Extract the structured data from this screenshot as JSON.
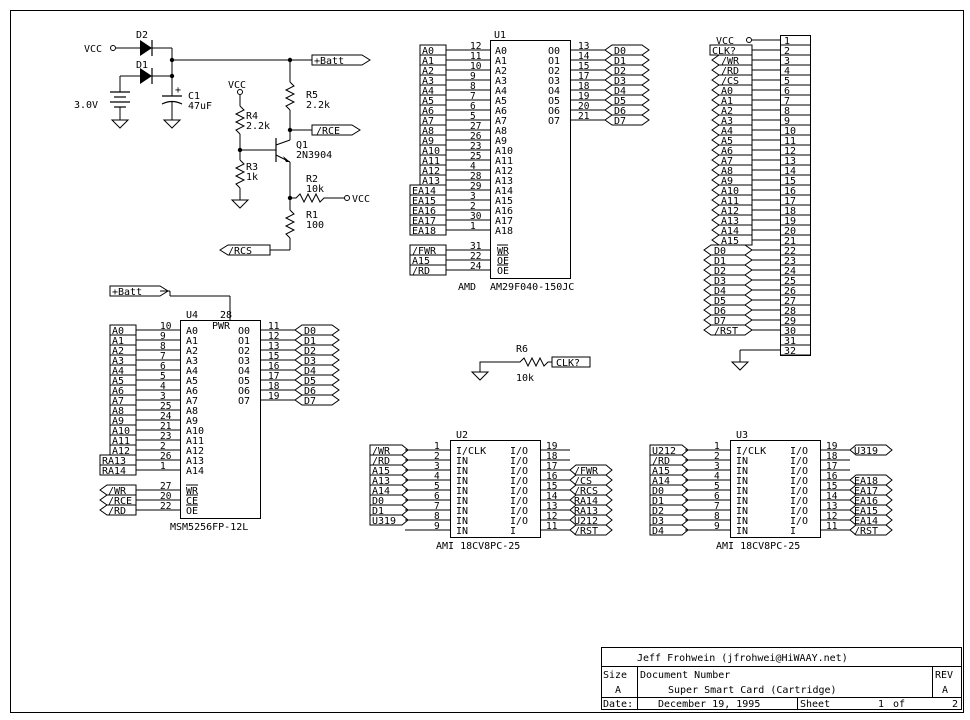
{
  "title_block": {
    "author": "Jeff Frohwein (jfrohwei@HiWAAY.net)",
    "size_label": "Size",
    "size_value": "A",
    "docnum_label": "Document Number",
    "doc_title": "Super Smart Card (Cartridge)",
    "rev_label": "REV",
    "rev_value": "A",
    "date_label": "Date:",
    "date_value": "December 19, 1995",
    "sheet_label": "Sheet",
    "sheet_value": "1",
    "of_label": "of",
    "of_value": "2"
  },
  "power": {
    "vcc": "VCC",
    "d1": "D1",
    "d2": "D2",
    "batt_voltage": "3.0V",
    "c1_ref": "C1",
    "c1_value": "47uF",
    "plus": "+",
    "batt_net": "+Batt",
    "r4_ref": "R4",
    "r4_value": "2.2k",
    "r3_ref": "R3",
    "r3_value": "1k",
    "r5_ref": "R5",
    "r5_value": "2.2k",
    "q1_ref": "Q1",
    "q1_part": "2N3904",
    "r2_ref": "R2",
    "r2_value": "10k",
    "r1_ref": "R1",
    "r1_value": "100",
    "rce_net": "/RCE",
    "rcs_net": "/RCS"
  },
  "u1": {
    "ref": "U1",
    "maker": "AMD",
    "part": "AM29F040-150JC",
    "left_nets": [
      "A0",
      "A1",
      "A2",
      "A3",
      "A4",
      "A5",
      "A6",
      "A7",
      "A8",
      "A9",
      "A10",
      "A11",
      "A12",
      "A13",
      "EA14",
      "EA15",
      "EA16",
      "EA17",
      "EA18"
    ],
    "left_pins": [
      "12",
      "11",
      "10",
      "9",
      "8",
      "7",
      "6",
      "5",
      "27",
      "26",
      "23",
      "25",
      "4",
      "28",
      "29",
      "3",
      "2",
      "30",
      "1"
    ],
    "left_names": [
      "A0",
      "A1",
      "A2",
      "A3",
      "A4",
      "A5",
      "A6",
      "A7",
      "A8",
      "A9",
      "A10",
      "A11",
      "A12",
      "A13",
      "A14",
      "A15",
      "A16",
      "A17",
      "A18"
    ],
    "ctrl_nets": [
      "/FWR",
      "A15",
      "/RD"
    ],
    "ctrl_pins": [
      "31",
      "22",
      "24"
    ],
    "ctrl_names": [
      "WR",
      "OE",
      "OE"
    ],
    "right_names": [
      "O0",
      "O1",
      "O2",
      "O3",
      "O4",
      "O5",
      "O6",
      "O7"
    ],
    "right_pins": [
      "13",
      "14",
      "15",
      "17",
      "18",
      "19",
      "20",
      "21"
    ],
    "right_nets": [
      "D0",
      "D1",
      "D2",
      "D3",
      "D4",
      "D5",
      "D6",
      "D7"
    ]
  },
  "u4": {
    "ref": "U4",
    "part": "MSM5256FP-12L",
    "pwr_pin": "28",
    "pwr_name": "PWR",
    "batt_net": "+Batt",
    "left_nets": [
      "A0",
      "A1",
      "A2",
      "A3",
      "A4",
      "A5",
      "A6",
      "A7",
      "A8",
      "A9",
      "A10",
      "A11",
      "A12",
      "RA13",
      "RA14"
    ],
    "left_pins": [
      "10",
      "9",
      "8",
      "7",
      "6",
      "5",
      "4",
      "3",
      "25",
      "24",
      "21",
      "23",
      "2",
      "26",
      "1"
    ],
    "left_names": [
      "A0",
      "A1",
      "A2",
      "A3",
      "A4",
      "A5",
      "A6",
      "A7",
      "A8",
      "A9",
      "A10",
      "A11",
      "A12",
      "A13",
      "A14"
    ],
    "ctrl_nets": [
      "/WR",
      "/RCE",
      "/RD"
    ],
    "ctrl_pins": [
      "27",
      "20",
      "22"
    ],
    "ctrl_names": [
      "WR",
      "CE",
      "OE"
    ],
    "right_names": [
      "O0",
      "O1",
      "O2",
      "O3",
      "O4",
      "O5",
      "O6",
      "O7"
    ],
    "right_pins": [
      "11",
      "12",
      "13",
      "15",
      "16",
      "17",
      "18",
      "19"
    ],
    "right_nets": [
      "D0",
      "D1",
      "D2",
      "D3",
      "D4",
      "D5",
      "D6",
      "D7"
    ]
  },
  "connector": {
    "pins": [
      "1",
      "2",
      "3",
      "4",
      "5",
      "6",
      "7",
      "8",
      "9",
      "10",
      "11",
      "12",
      "13",
      "14",
      "15",
      "16",
      "17",
      "18",
      "19",
      "20",
      "21",
      "22",
      "23",
      "24",
      "25",
      "26",
      "27",
      "28",
      "29",
      "30",
      "31",
      "32"
    ],
    "nets": [
      "VCC",
      "CLK?",
      "/WR",
      "/RD",
      "/CS",
      "A0",
      "A1",
      "A2",
      "A3",
      "A4",
      "A5",
      "A6",
      "A7",
      "A8",
      "A9",
      "A10",
      "A11",
      "A12",
      "A13",
      "A14",
      "A15",
      "D0",
      "D1",
      "D2",
      "D3",
      "D4",
      "D5",
      "D6",
      "D7",
      "/RST",
      "",
      ""
    ]
  },
  "r6": {
    "ref": "R6",
    "value": "10k",
    "net": "CLK?"
  },
  "u2": {
    "ref": "U2",
    "part": "AMI 18CV8PC-25",
    "left_nets": [
      "/WR",
      "/RD",
      "A15",
      "A13",
      "A14",
      "D0",
      "D1",
      "U319"
    ],
    "left_pins": [
      "1",
      "2",
      "3",
      "4",
      "5",
      "6",
      "7",
      "8",
      "9"
    ],
    "left_names": [
      "I/CLK",
      "IN",
      "IN",
      "IN",
      "IN",
      "IN",
      "IN",
      "IN",
      "IN"
    ],
    "right_pins": [
      "19",
      "18",
      "17",
      "16",
      "15",
      "14",
      "13",
      "12",
      "11"
    ],
    "right_names": [
      "I/O",
      "I/O",
      "I/O",
      "I/O",
      "I/O",
      "I/O",
      "I/O",
      "I/O",
      "I"
    ],
    "right_nets": [
      "",
      "",
      "/FWR",
      "/CS",
      "/RCS",
      "RA14",
      "RA13",
      "U212",
      "/RST"
    ]
  },
  "u3": {
    "ref": "U3",
    "part": "AMI 18CV8PC-25",
    "left_nets": [
      "U212",
      "/RD",
      "A15",
      "A14",
      "D0",
      "D1",
      "D2",
      "D3",
      "D4"
    ],
    "left_pins": [
      "1",
      "2",
      "3",
      "4",
      "5",
      "6",
      "7",
      "8",
      "9"
    ],
    "left_names": [
      "I/CLK",
      "IN",
      "IN",
      "IN",
      "IN",
      "IN",
      "IN",
      "IN",
      "IN"
    ],
    "right_pins": [
      "19",
      "18",
      "17",
      "16",
      "15",
      "14",
      "13",
      "12",
      "11"
    ],
    "right_names": [
      "I/O",
      "I/O",
      "I/O",
      "I/O",
      "I/O",
      "I/O",
      "I/O",
      "I/O",
      "I"
    ],
    "right_nets": [
      "U319",
      "",
      "",
      "EA18",
      "EA17",
      "EA16",
      "EA15",
      "EA14",
      "/RST"
    ]
  }
}
